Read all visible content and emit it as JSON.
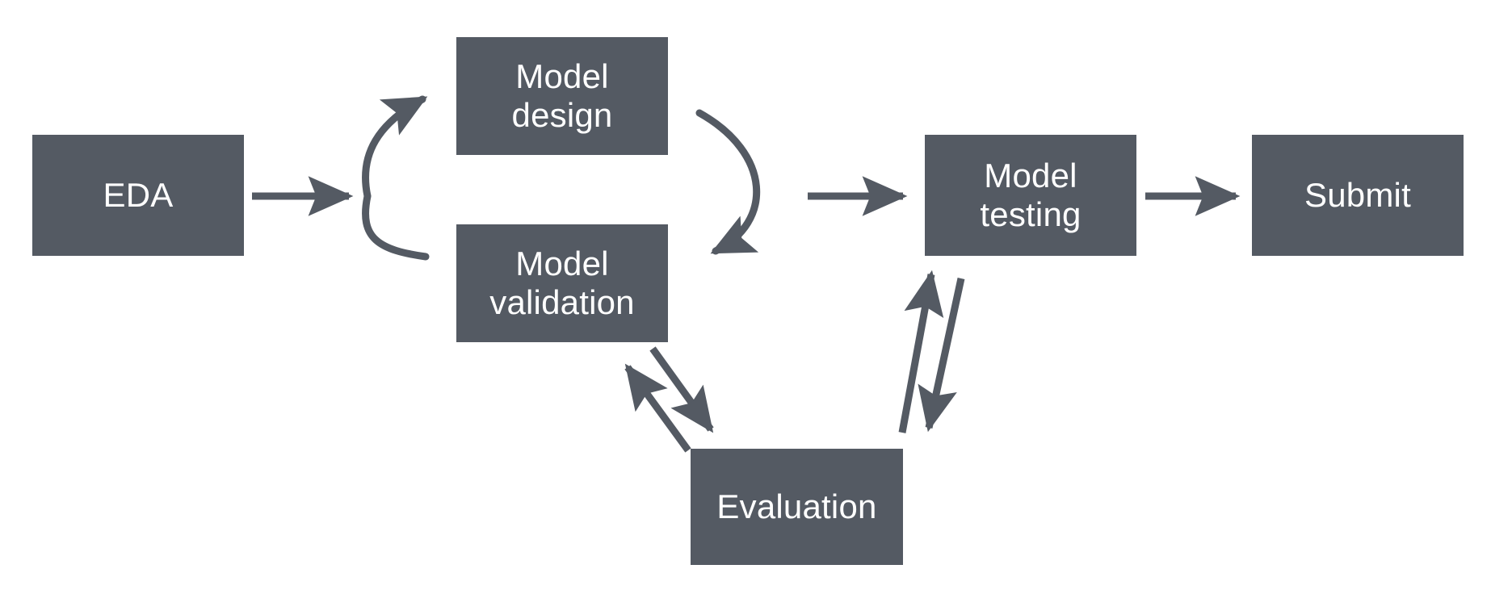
{
  "diagram": {
    "title": "Machine learning workflow flowchart",
    "type": "flowchart",
    "colors": {
      "node_fill": "#545a63",
      "node_text": "#ffffff",
      "edge_stroke": "#545a63",
      "background": "#ffffff"
    },
    "nodes": [
      {
        "id": "eda",
        "label": "EDA",
        "lines": [
          "EDA"
        ]
      },
      {
        "id": "model-design",
        "label": "Model design",
        "lines": [
          "Model",
          "design"
        ]
      },
      {
        "id": "model-validation",
        "label": "Model validation",
        "lines": [
          "Model",
          "validation"
        ]
      },
      {
        "id": "model-testing",
        "label": "Model testing",
        "lines": [
          "Model",
          "testing"
        ]
      },
      {
        "id": "submit",
        "label": "Submit",
        "lines": [
          "Submit"
        ]
      },
      {
        "id": "evaluation",
        "label": "Evaluation",
        "lines": [
          "Evaluation"
        ]
      }
    ],
    "edges": [
      {
        "id": "eda-to-split",
        "from": "EDA",
        "to": "Model design / Model validation",
        "style": "straight-arrow"
      },
      {
        "id": "split-up-to-model-design",
        "from": "EDA",
        "to": "Model design",
        "style": "curved-arrow"
      },
      {
        "id": "split-down-to-validation",
        "from": "EDA",
        "to": "Model validation",
        "style": "curve"
      },
      {
        "id": "design-to-validation-curve",
        "from": "Model design",
        "to": "Model validation",
        "style": "curved-arrow"
      },
      {
        "id": "join-to-model-testing",
        "from": "Model validation",
        "to": "Model testing",
        "style": "straight-arrow"
      },
      {
        "id": "testing-to-submit",
        "from": "Model testing",
        "to": "Submit",
        "style": "straight-arrow"
      },
      {
        "id": "evaluation-to-validation",
        "from": "Evaluation",
        "to": "Model validation",
        "style": "straight-arrow"
      },
      {
        "id": "validation-to-evaluation",
        "from": "Model validation",
        "to": "Evaluation",
        "style": "straight-arrow"
      },
      {
        "id": "evaluation-to-testing",
        "from": "Evaluation",
        "to": "Model testing",
        "style": "straight-arrow"
      },
      {
        "id": "testing-to-evaluation",
        "from": "Model testing",
        "to": "Evaluation",
        "style": "straight-arrow"
      }
    ]
  }
}
